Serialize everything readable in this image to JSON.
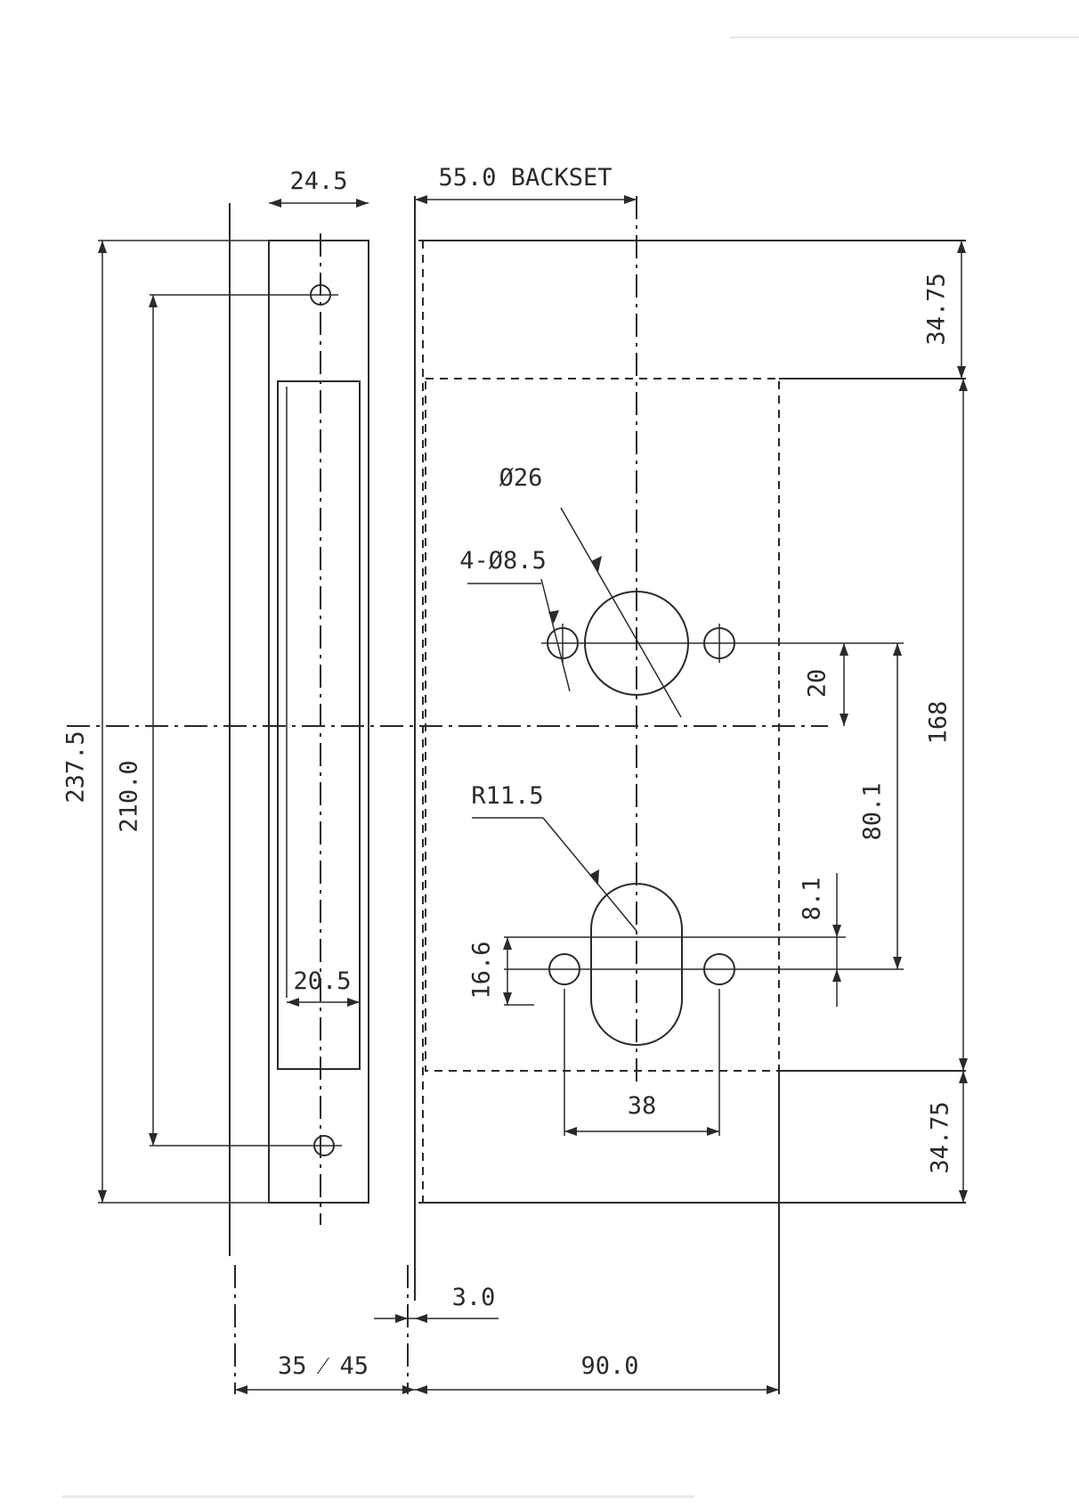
{
  "drawing": {
    "labels": {
      "faceplate_width": "24.5",
      "backset": "55.0 BACKSET",
      "top_margin": "34.75",
      "bottom_margin": "34.75",
      "spindle_hole": "Ø26",
      "fixing_holes": "4-Ø8.5",
      "cylinder_radius": "R11.5",
      "spindle_offset": "20",
      "center_to_center": "80.1",
      "case_height": "168",
      "faceplate_height": "237.5",
      "screw_spacing": "210.0",
      "slot_width": "20.5",
      "cylinder_offset": "8.1",
      "fixing_vertical": "16.6",
      "fixing_horizontal": "38",
      "faceplate_thickness": "3.0",
      "door_thickness": "35 ⁄ 45",
      "case_depth": "90.0"
    }
  }
}
